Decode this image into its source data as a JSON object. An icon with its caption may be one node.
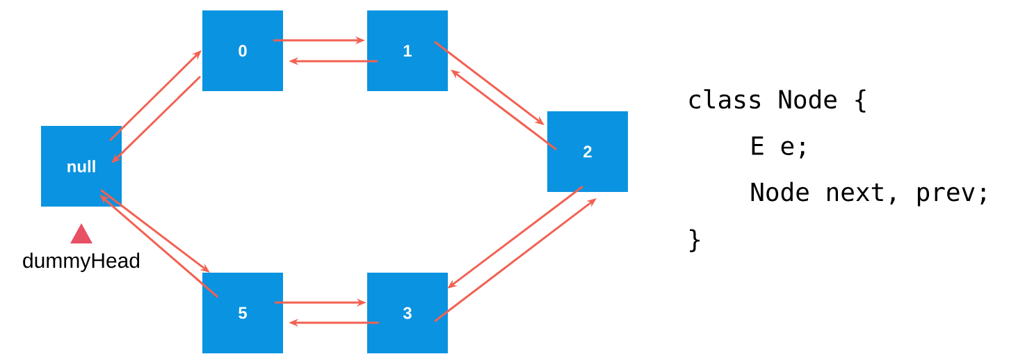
{
  "diagram": {
    "nodes": [
      {
        "text": [
          "null"
        ],
        "beside": [
          "dummyHead"
        ]
      },
      {
        "text": [
          "0"
        ]
      },
      {
        "text": [
          "1"
        ]
      },
      {
        "text": [
          "2"
        ]
      },
      {
        "text": [
          "5"
        ]
      },
      {
        "text": [
          "3"
        ]
      }
    ],
    "edges": [
      {
        "from": 0,
        "to": 1,
        "arrow": "to"
      },
      {
        "from": 1,
        "to": 0,
        "arrow": "to"
      },
      {
        "from": 1,
        "to": 2,
        "arrow": "to"
      },
      {
        "from": 2,
        "to": 1,
        "arrow": "to"
      },
      {
        "from": 2,
        "to": 3,
        "arrow": "to"
      },
      {
        "from": 3,
        "to": 2,
        "arrow": "to"
      },
      {
        "from": 3,
        "to": 5,
        "arrow": "to"
      },
      {
        "from": 5,
        "to": 3,
        "arrow": "to"
      },
      {
        "from": 5,
        "to": 4,
        "arrow": "to"
      },
      {
        "from": 4,
        "to": 5,
        "arrow": "to"
      },
      {
        "from": 0,
        "to": 4,
        "arrow": "to"
      },
      {
        "from": 4,
        "to": 0,
        "arrow": "to"
      }
    ],
    "labels": [
      "class Node {",
      "E e;",
      "Node next, prev;",
      "}"
    ]
  }
}
